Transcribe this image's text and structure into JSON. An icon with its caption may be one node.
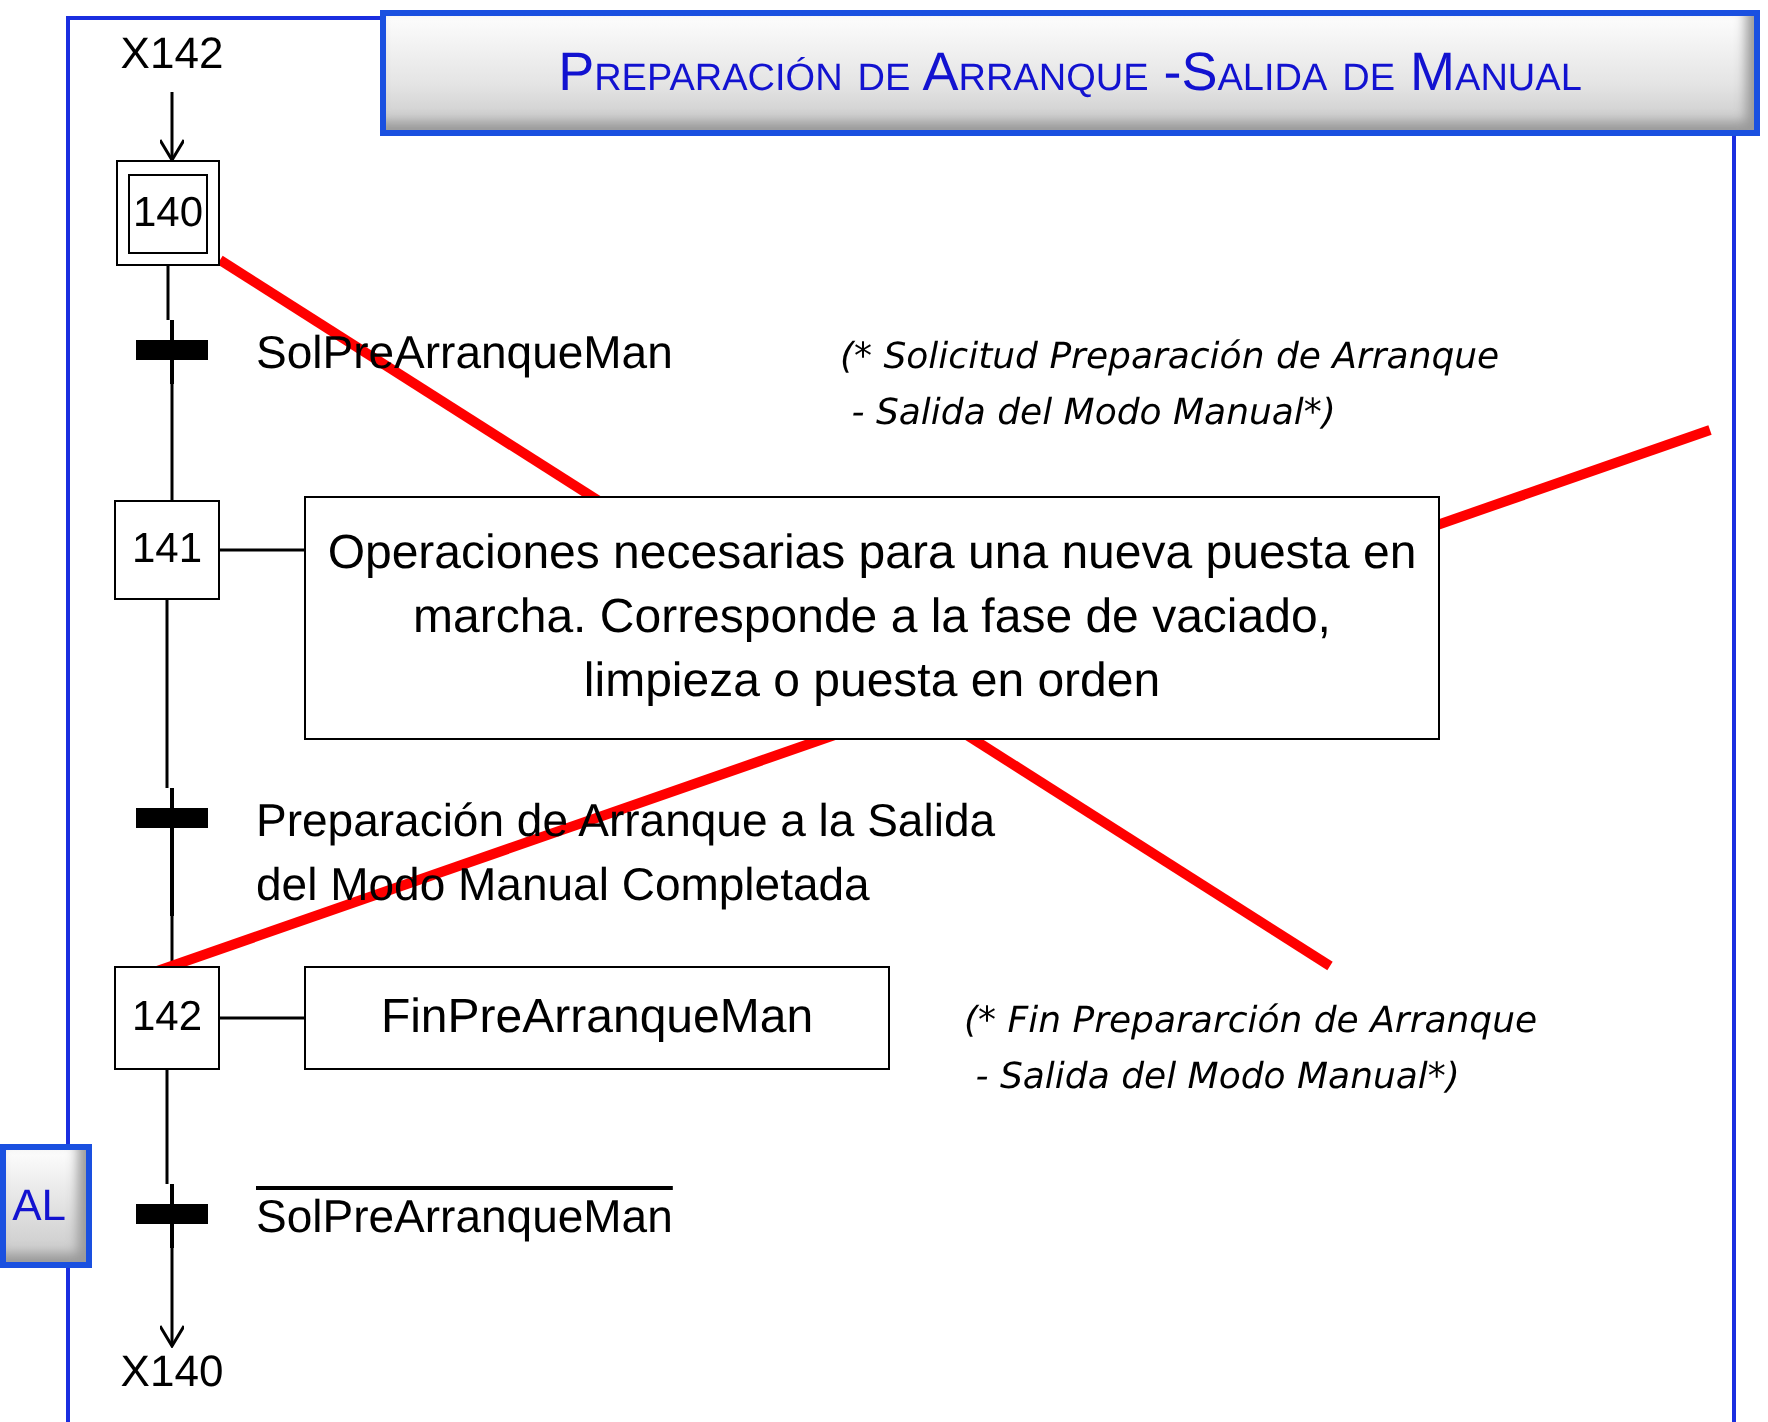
{
  "diagram": {
    "title": "Preparación de Arranque -Salida de Manual",
    "nodes": [
      {
        "text": [
          "X142"
        ]
      },
      {
        "text": [
          "140"
        ]
      },
      {
        "text": [
          "SolPreArranqueMan"
        ]
      },
      {
        "text": [
          "141"
        ]
      },
      {
        "text": [
          "Operaciones necesarias para una nueva puesta en marcha. Corresponde a la fase de vaciado, limpieza o puesta en orden"
        ]
      },
      {
        "text": [
          "Preparación de Arranque a la Salida del Modo Manual Completada"
        ]
      },
      {
        "text": [
          "142"
        ]
      },
      {
        "text": [
          "FinPreArranqueMan"
        ]
      },
      {
        "text": [
          "SolPreArranqueMan"
        ]
      },
      {
        "text": [
          "X140"
        ]
      },
      {
        "text": [
          "AL"
        ]
      }
    ],
    "edges": [
      {
        "from": 0,
        "to": 1,
        "arrow": "to"
      },
      {
        "from": 1,
        "to": 2,
        "arrow": "none"
      },
      {
        "from": 2,
        "to": 3,
        "arrow": "none"
      },
      {
        "from": 3,
        "to": 4,
        "arrow": "none"
      },
      {
        "from": 3,
        "to": 5,
        "arrow": "none"
      },
      {
        "from": 5,
        "to": 6,
        "arrow": "none"
      },
      {
        "from": 6,
        "to": 7,
        "arrow": "none"
      },
      {
        "from": 6,
        "to": 8,
        "arrow": "none"
      },
      {
        "from": 8,
        "to": 9,
        "arrow": "to"
      }
    ],
    "labels": [
      "(* Solicitud Preparación de Arranque - Salida del Modo Manual*)",
      "(* Fin Prepararción de Arranque - Salida del Modo Manual*)"
    ]
  }
}
